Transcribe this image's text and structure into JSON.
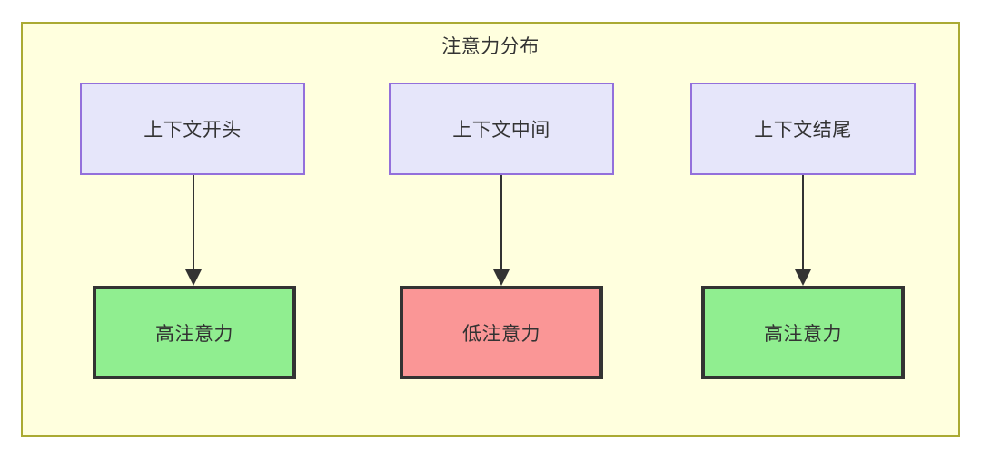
{
  "diagram": {
    "title": "注意力分布",
    "container": {
      "fill": "#ffffde",
      "border": "#aaaa33"
    },
    "columns": [
      {
        "id": "start",
        "context": {
          "label": "上下文开头",
          "fill": "#e6e6fa",
          "border": "#9370db"
        },
        "attention": {
          "label": "高注意力",
          "level": "high",
          "fill": "#90ee90",
          "border": "#333333"
        },
        "connector": {
          "type": "arrow",
          "direction": "down"
        }
      },
      {
        "id": "middle",
        "context": {
          "label": "上下文中间",
          "fill": "#e6e6fa",
          "border": "#9370db"
        },
        "attention": {
          "label": "低注意力",
          "level": "low",
          "fill": "#fa9696",
          "border": "#333333"
        },
        "connector": {
          "type": "arrow",
          "direction": "down"
        }
      },
      {
        "id": "end",
        "context": {
          "label": "上下文结尾",
          "fill": "#e6e6fa",
          "border": "#9370db"
        },
        "attention": {
          "label": "高注意力",
          "level": "high",
          "fill": "#90ee90",
          "border": "#333333"
        },
        "connector": {
          "type": "arrow",
          "direction": "down"
        }
      }
    ]
  }
}
